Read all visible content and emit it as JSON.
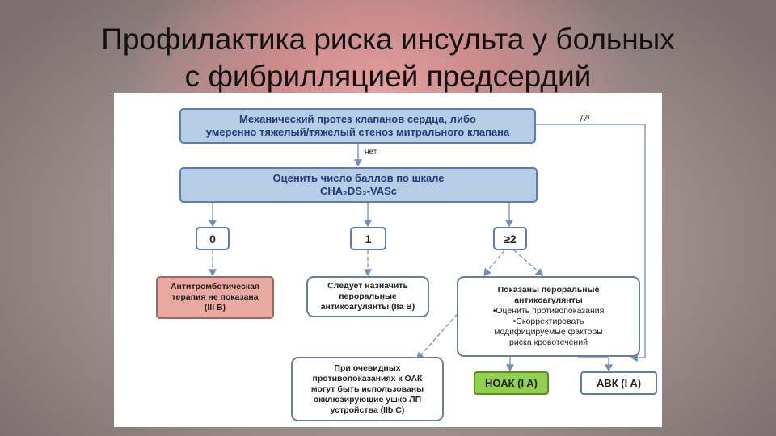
{
  "title": {
    "line1": "Профилактика риска инсульта у больных",
    "line2": "с фибрилляцией предсердий"
  },
  "flowchart": {
    "top_box": {
      "line1": "Механический протез клапанов сердца, либо",
      "line2": "умеренно тяжелый/тяжелый стеноз митрального клапана"
    },
    "label_yes": "да",
    "label_no": "нет",
    "score_box": {
      "line1": "Оценить число баллов по шкале",
      "line2": "CHA₂DS₂-VASc"
    },
    "score_options": [
      "0",
      "1",
      "≥2"
    ],
    "result_0": {
      "line1": "Антитромботическая",
      "line2": "терапия не показана",
      "line3": "(III B)"
    },
    "result_1": {
      "line1": "Следует назначить",
      "line2": "пероральные",
      "line3": "антикоагулянты (IIa B)"
    },
    "result_2": {
      "line1": "Показаны пероральные",
      "line2": "антикоагулянты",
      "line3": "•Оценить противопоказания",
      "line4": "•Скорректировать",
      "line5": "модифицируемые факторы",
      "line6": "риска кровотечений"
    },
    "contraindication_box": {
      "line1": "При очевидных",
      "line2": "противопоказаниях к ОАК",
      "line3": "могут быть использованы",
      "line4": "окклюзирующие ушко ЛП",
      "line5": "устройства (IIb C)"
    },
    "noac": "НОАК (I A)",
    "avk": "АВК (I A)"
  },
  "colors": {
    "box_fill": "#b7cce6",
    "box_border": "#5b7db1",
    "no_therapy_fill": "#e9a8a0",
    "noac_fill": "#92d050",
    "arrow": "#6f8fbf"
  }
}
